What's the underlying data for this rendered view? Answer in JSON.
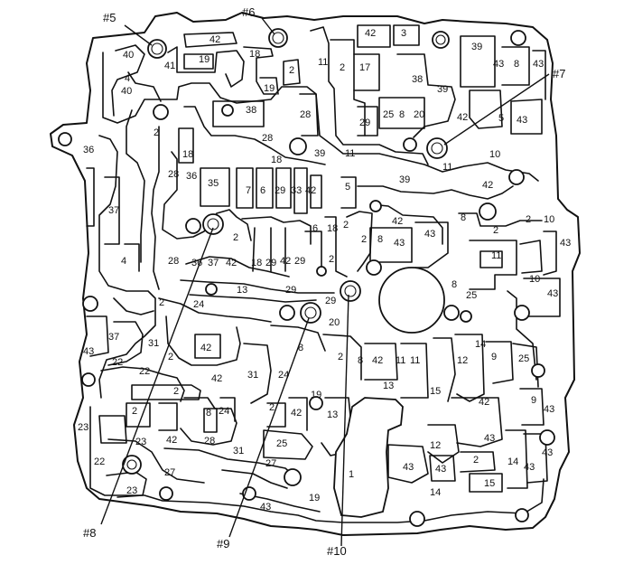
{
  "callouts": [
    "#5",
    "#6",
    "#7",
    "#8",
    "#9",
    "#10"
  ],
  "passage_numbers": {
    "n42": "42",
    "n3": "3",
    "n39": "39",
    "n43": "43",
    "n8": "8",
    "n40": "40",
    "n41": "41",
    "n19": "19",
    "n18": "18",
    "n2": "2",
    "n11": "11",
    "n17": "17",
    "n4": "4",
    "n38": "38",
    "n28": "28",
    "n29": "29",
    "n25": "25",
    "n20": "20",
    "n5": "5",
    "n36": "36",
    "n37": "37",
    "n35": "35",
    "n7": "7",
    "n6": "6",
    "n33": "33",
    "n10": "10",
    "n24": "24",
    "n13": "13",
    "n1": "1",
    "n12": "12",
    "n14": "14",
    "n9": "9",
    "n15": "15",
    "n22": "22",
    "n23": "23",
    "n27": "27",
    "n31": "31"
  }
}
